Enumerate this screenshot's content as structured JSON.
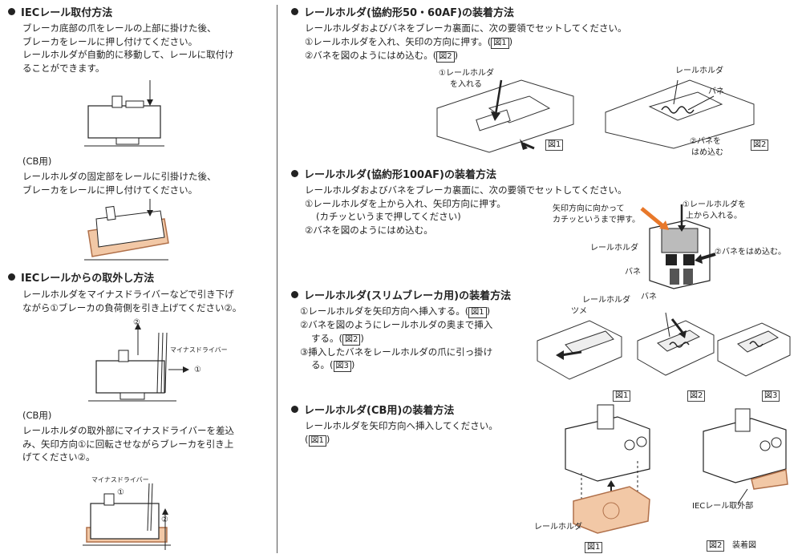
{
  "left": {
    "iec_mount": {
      "heading": "IECレール取付方法",
      "lines": [
        "ブレーカ底部の爪をレールの上部に掛けた後、",
        "ブレーカをレールに押し付けてください。",
        "レールホルダが自動的に移動して、レールに取付け",
        "ることができます。"
      ]
    },
    "cb_mount": {
      "label": "(CB用)",
      "lines": [
        "レールホルダの固定部をレールに引掛けた後、",
        "ブレーカをレールに押し付けてください。"
      ]
    },
    "iec_remove": {
      "heading": "IECレールからの取外し方法",
      "lines": [
        "レールホルダをマイナスドライバーなどで引き下げ",
        "ながら①ブレーカの負荷側を引き上げてください②。"
      ],
      "fig_labels": {
        "num2": "②",
        "screwdriver": "マイナスドライバー",
        "num1": "① "
      }
    },
    "cb_remove": {
      "label": "(CB用)",
      "lines": [
        "レールホルダの取外部にマイナスドライバーを差込",
        "み、矢印方向①に回転させながらブレーカを引き上",
        "げてください②。"
      ],
      "fig_labels": {
        "screwdriver": "マイナスドライバー",
        "num1": "①",
        "num2": "②"
      }
    }
  },
  "right": {
    "s1": {
      "heading": "レールホルダ(協約形50・60AF)の装着方法",
      "line1": "レールホルダおよびバネをブレーカ裏面に、次の要領でセットしてください。",
      "step1": "①レールホルダを入れ、矢印の方向に押す。(",
      "step2": "②バネを図のようにはめ込む。(",
      "fig1": "図1",
      "fig2": "図2",
      "close": ")",
      "callouts": {
        "a1": "①レールホルダ",
        "a2": "を入れる",
        "holder": "レールホルダ",
        "spring": "バネ",
        "b1": "②バネを",
        "b2": "はめ込む"
      }
    },
    "s2": {
      "heading": "レールホルダ(協約形100AF)の装着方法",
      "line1": "レールホルダおよびバネをブレーカ裏面に、次の要領でセットしてください。",
      "step1": "①レールホルダを上から入れ、矢印方向に押す。",
      "step1b": "(カチッというまで押してください)",
      "step2": "②バネを図のようにはめ込む。",
      "callouts": {
        "arrow1": "矢印方向に向かって",
        "arrow2": "カチッというまで押す。",
        "top1": "①レールホルダを",
        "top2": "上から入れる。",
        "holder": "レールホルダ",
        "spring": "バネ",
        "insert": "②バネをはめ込む。"
      }
    },
    "s3": {
      "heading": "レールホルダ(スリムブレーカ用)の装着方法",
      "step1": "①レールホルダを矢印方向へ挿入する。(",
      "step2a": "②バネを図のようにレールホルダの奥まで挿入",
      "step2b": "する。(",
      "step3a": "③挿入したバネをレールホルダの爪に引っ掛け",
      "step3b": "る。(",
      "fig1": "図1",
      "fig2": "図2",
      "fig3": "図3",
      "close": ")",
      "callouts": {
        "holder": "レールホルダ",
        "claw": "ツメ",
        "spring": "バネ"
      }
    },
    "s4": {
      "heading": "レールホルダ(CB用)の装着方法",
      "line1": "レールホルダを矢印方向へ挿入してください。",
      "open": "(",
      "fig1": "図1",
      "close": ")",
      "callouts": {
        "holder": "レールホルダ",
        "removal": "IECレール取外部",
        "fig2": "図2",
        "assembly": "装着図"
      }
    }
  },
  "colors": {
    "accent_orange": "#e8782a",
    "holder_fill": "#f2c8a6",
    "holder_stroke": "#b0704a"
  }
}
